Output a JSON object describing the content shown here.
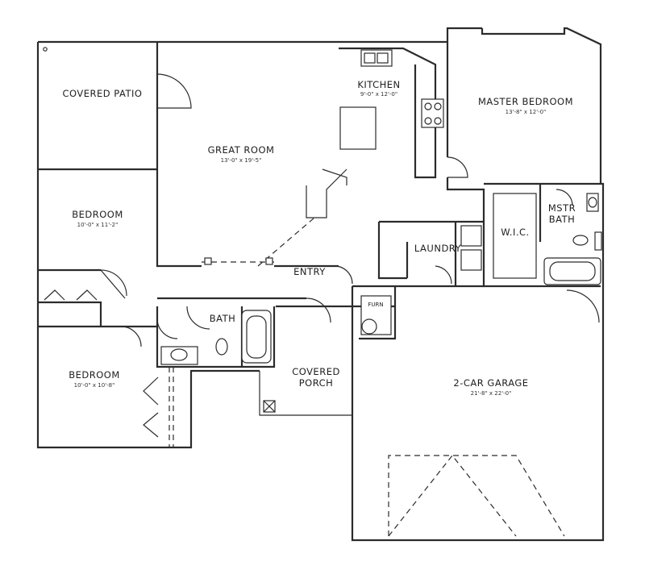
{
  "rooms": {
    "covered_patio": {
      "name": "COVERED PATIO",
      "size": ""
    },
    "great_room": {
      "name": "GREAT ROOM",
      "size": "13'-0\" x 19'-5\""
    },
    "kitchen": {
      "name": "KITCHEN",
      "size": "9'-0\" x 12'-0\""
    },
    "master_bedroom": {
      "name": "MASTER BEDROOM",
      "size": "13'-8\" x 12'-0\""
    },
    "bedroom_1": {
      "name": "BEDROOM",
      "size": "10'-0\" x 11'-2\""
    },
    "bedroom_2": {
      "name": "BEDROOM",
      "size": "10'-0\" x 10'-8\""
    },
    "entry": {
      "name": "ENTRY"
    },
    "laundry": {
      "name": "LAUNDRY"
    },
    "wic": {
      "name": "W.I.C."
    },
    "mstr_bath": {
      "line1": "MSTR",
      "line2": "BATH"
    },
    "bath": {
      "name": "BATH"
    },
    "furn": {
      "name": "FURN"
    },
    "covered_porch": {
      "line1": "COVERED",
      "line2": "PORCH"
    },
    "garage": {
      "name": "2-CAR GARAGE",
      "size": "21'-8\" x 22'-0\""
    }
  }
}
